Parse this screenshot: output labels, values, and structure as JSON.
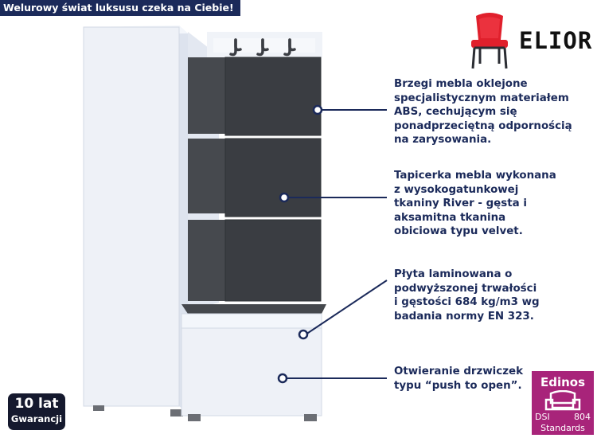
{
  "banner": {
    "text": "Welurowy świat luksusu czeka na Ciebie!"
  },
  "brand": {
    "name": "ELIOR",
    "icon": "chair-icon",
    "icon_color": "#e0202c"
  },
  "features": [
    {
      "text": "Brzegi mebla oklejone\nspecjalistycznym materiałem\nABS, cechującym się\nponadprzeciętną odpornością\nna zarysowania."
    },
    {
      "text": "Tapicerka mebla wykonana\nz wysokogatunkowej\ntkaniny River - gęsta i\naksamitna tkanina\nobiciowa typu velvet."
    },
    {
      "text": "Płyta laminowana o\npodwyższonej trwałości\ni gęstości 684 kg/m3 wg\nbadania normy EN 323."
    },
    {
      "text": "Otwieranie drzwiczek\ntypu “push to open”."
    }
  ],
  "warranty_badge": {
    "years": "10 lat",
    "label": "Gwarancji"
  },
  "edinos_badge": {
    "name": "Edinos",
    "dsi": "DSI",
    "number": "804",
    "standards": "Standards"
  },
  "colors": {
    "navy": "#1b2a5a",
    "velvet": "#3a3d42",
    "panel": "#eef1f7",
    "magenta": "#a8247a"
  }
}
